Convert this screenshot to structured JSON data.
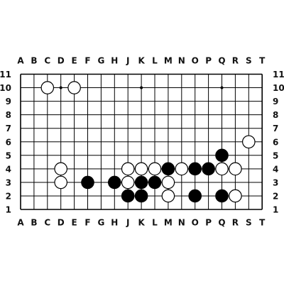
{
  "board": {
    "columns": [
      "A",
      "B",
      "C",
      "D",
      "E",
      "F",
      "G",
      "H",
      "J",
      "K",
      "L",
      "M",
      "N",
      "O",
      "P",
      "Q",
      "R",
      "S",
      "T"
    ],
    "rows": [
      "11",
      "10",
      "9",
      "8",
      "7",
      "6",
      "5",
      "4",
      "3",
      "2",
      "1"
    ],
    "hoshi": [
      {
        "col": "D",
        "row": "10"
      },
      {
        "col": "K",
        "row": "10"
      },
      {
        "col": "Q",
        "row": "10"
      }
    ],
    "stones": [
      {
        "color": "white",
        "col": "C",
        "row": "10"
      },
      {
        "color": "white",
        "col": "E",
        "row": "10"
      },
      {
        "color": "white",
        "col": "S",
        "row": "6"
      },
      {
        "color": "black",
        "col": "Q",
        "row": "5"
      },
      {
        "color": "white",
        "col": "D",
        "row": "4"
      },
      {
        "color": "white",
        "col": "J",
        "row": "4"
      },
      {
        "color": "white",
        "col": "K",
        "row": "4"
      },
      {
        "color": "white",
        "col": "L",
        "row": "4"
      },
      {
        "color": "black",
        "col": "M",
        "row": "4"
      },
      {
        "color": "white",
        "col": "N",
        "row": "4"
      },
      {
        "color": "black",
        "col": "O",
        "row": "4"
      },
      {
        "color": "black",
        "col": "P",
        "row": "4"
      },
      {
        "color": "white",
        "col": "Q",
        "row": "4"
      },
      {
        "color": "white",
        "col": "R",
        "row": "4"
      },
      {
        "color": "white",
        "col": "D",
        "row": "3"
      },
      {
        "color": "black",
        "col": "F",
        "row": "3"
      },
      {
        "color": "black",
        "col": "H",
        "row": "3"
      },
      {
        "color": "white",
        "col": "J",
        "row": "3"
      },
      {
        "color": "black",
        "col": "K",
        "row": "3"
      },
      {
        "color": "black",
        "col": "L",
        "row": "3"
      },
      {
        "color": "white",
        "col": "M",
        "row": "3"
      },
      {
        "color": "black",
        "col": "J",
        "row": "2"
      },
      {
        "color": "black",
        "col": "K",
        "row": "2"
      },
      {
        "color": "white",
        "col": "M",
        "row": "2"
      },
      {
        "color": "black",
        "col": "O",
        "row": "2"
      },
      {
        "color": "black",
        "col": "Q",
        "row": "2"
      },
      {
        "color": "white",
        "col": "R",
        "row": "2"
      }
    ]
  },
  "colors": {
    "background": "#ffffff",
    "grid": "#000000",
    "black_stone": "#000000",
    "white_stone": "#ffffff",
    "stone_outline": "#000000",
    "label": "#111111"
  }
}
